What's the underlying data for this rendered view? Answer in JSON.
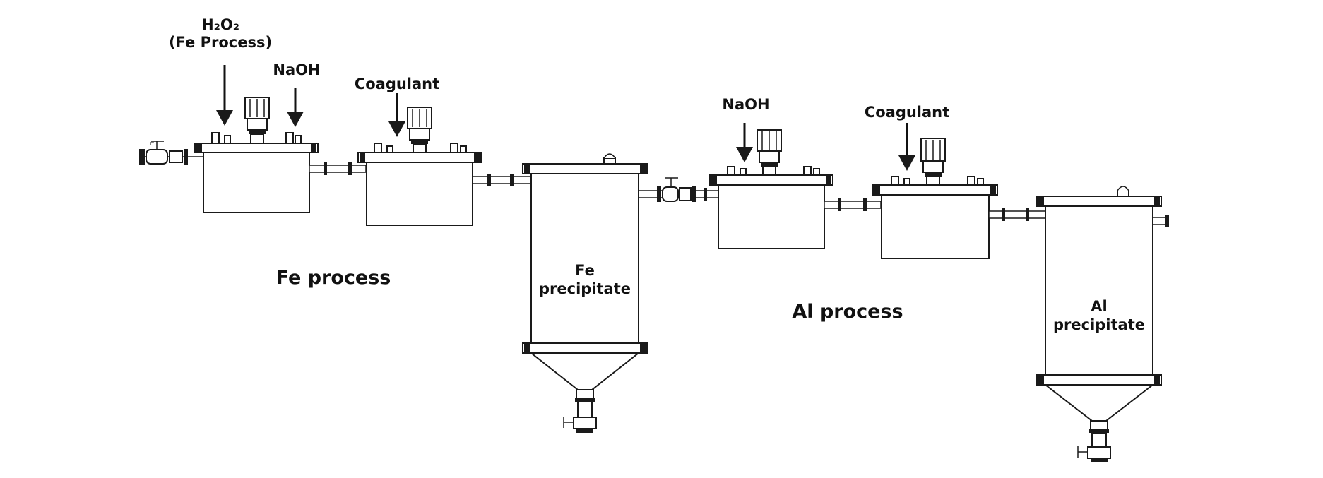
{
  "labels": {
    "h2o2": "H₂O₂",
    "h2o2_note": "(Fe Process)",
    "naoh_fe": "NaOH",
    "coagulant_fe": "Coagulant",
    "naoh_al": "NaOH",
    "coagulant_al": "Coagulant",
    "fe_process": "Fe process",
    "al_process": "Al process",
    "fe_precip_line1": "Fe",
    "fe_precip_line2": "precipitate",
    "al_precip_line1": "Al",
    "al_precip_line2": "precipitate"
  },
  "colors": {
    "line": "#1a1a1a",
    "background": "#ffffff"
  }
}
